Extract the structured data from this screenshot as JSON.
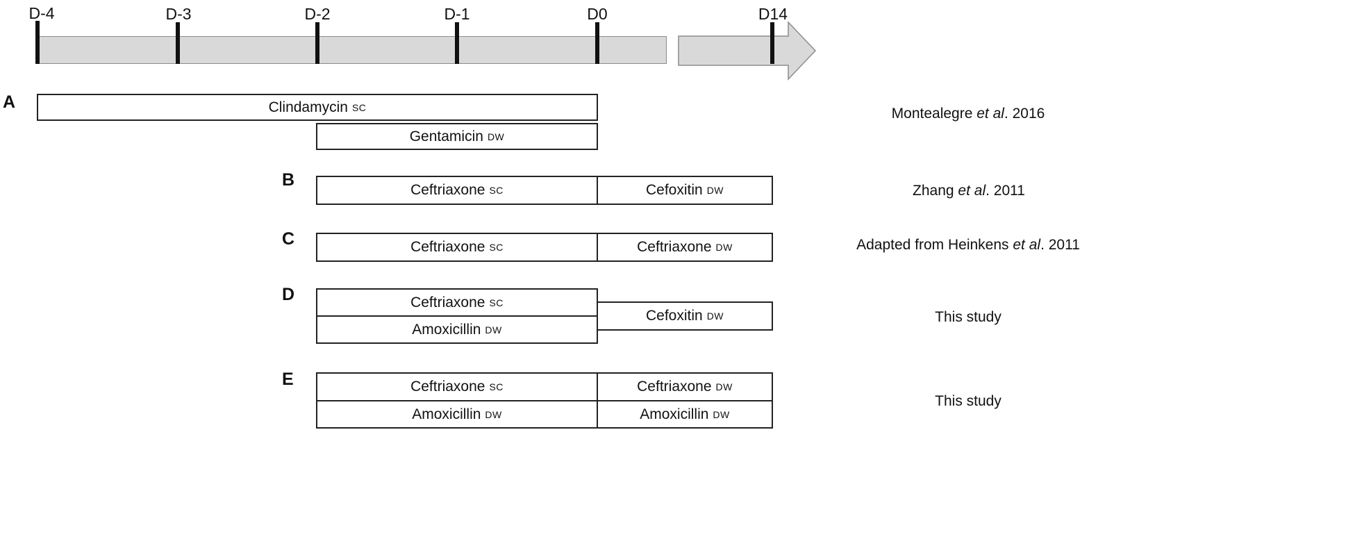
{
  "timeline": {
    "ticks": [
      {
        "label": "D-4"
      },
      {
        "label": "D-3"
      },
      {
        "label": "D-2"
      },
      {
        "label": "D-1"
      },
      {
        "label": "D0"
      },
      {
        "label": "D14"
      }
    ]
  },
  "panels": {
    "A": {
      "letter": "A",
      "boxes": [
        {
          "drug": "Clindamycin",
          "route": "SC"
        },
        {
          "drug": "Gentamicin",
          "route": "DW"
        }
      ],
      "ref_pre": "Montealegre ",
      "ref_italic": "et al",
      "ref_post": ". 2016"
    },
    "B": {
      "letter": "B",
      "boxes": [
        {
          "drug": "Ceftriaxone",
          "route": "SC"
        },
        {
          "drug": "Cefoxitin",
          "route": "DW"
        }
      ],
      "ref_pre": "Zhang ",
      "ref_italic": "et al",
      "ref_post": ". 2011"
    },
    "C": {
      "letter": "C",
      "boxes": [
        {
          "drug": "Ceftriaxone",
          "route": "SC"
        },
        {
          "drug": "Ceftriaxone",
          "route": "DW"
        }
      ],
      "ref_pre": "Adapted from Heinkens ",
      "ref_italic": "et al",
      "ref_post": ". 2011"
    },
    "D": {
      "letter": "D",
      "boxes": [
        {
          "drug": "Ceftriaxone",
          "route": "SC"
        },
        {
          "drug": "Amoxicillin",
          "route": "DW"
        },
        {
          "drug": "Cefoxitin",
          "route": "DW"
        }
      ],
      "ref_pre": "This study",
      "ref_italic": "",
      "ref_post": ""
    },
    "E": {
      "letter": "E",
      "boxes": [
        {
          "drug": "Ceftriaxone",
          "route": "SC"
        },
        {
          "drug": "Ceftriaxone",
          "route": "DW"
        },
        {
          "drug": "Amoxicillin",
          "route": "DW"
        },
        {
          "drug": "Amoxicillin",
          "route": "DW"
        }
      ],
      "ref_pre": "This study",
      "ref_italic": "",
      "ref_post": ""
    }
  }
}
